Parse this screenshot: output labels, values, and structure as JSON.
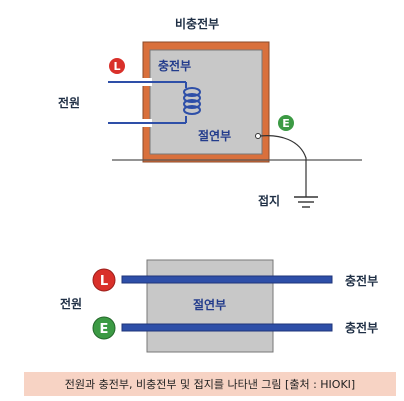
{
  "top": {
    "title": "비충전부",
    "live_label": "충전부",
    "insulation_label": "절연부",
    "power_label": "전원",
    "ground_label": "접지",
    "badge_l": "L",
    "badge_e": "E"
  },
  "bottom": {
    "insulation_label": "절연부",
    "power_label": "전원",
    "live_label_top": "충전부",
    "live_label_bottom": "충전부",
    "badge_l": "L",
    "badge_e": "E"
  },
  "caption": "전원과 충전부, 비충전부 및 접지를 나타낸 그림 [출처 : HIOKI]",
  "colors": {
    "frame_orange": "#d9703c",
    "box_gray": "#c8c8c8",
    "wire_blue": "#2e4fa8",
    "badge_red": "#d9302a",
    "badge_green": "#3c9a44",
    "caption_bg": "#f7d3c4"
  }
}
